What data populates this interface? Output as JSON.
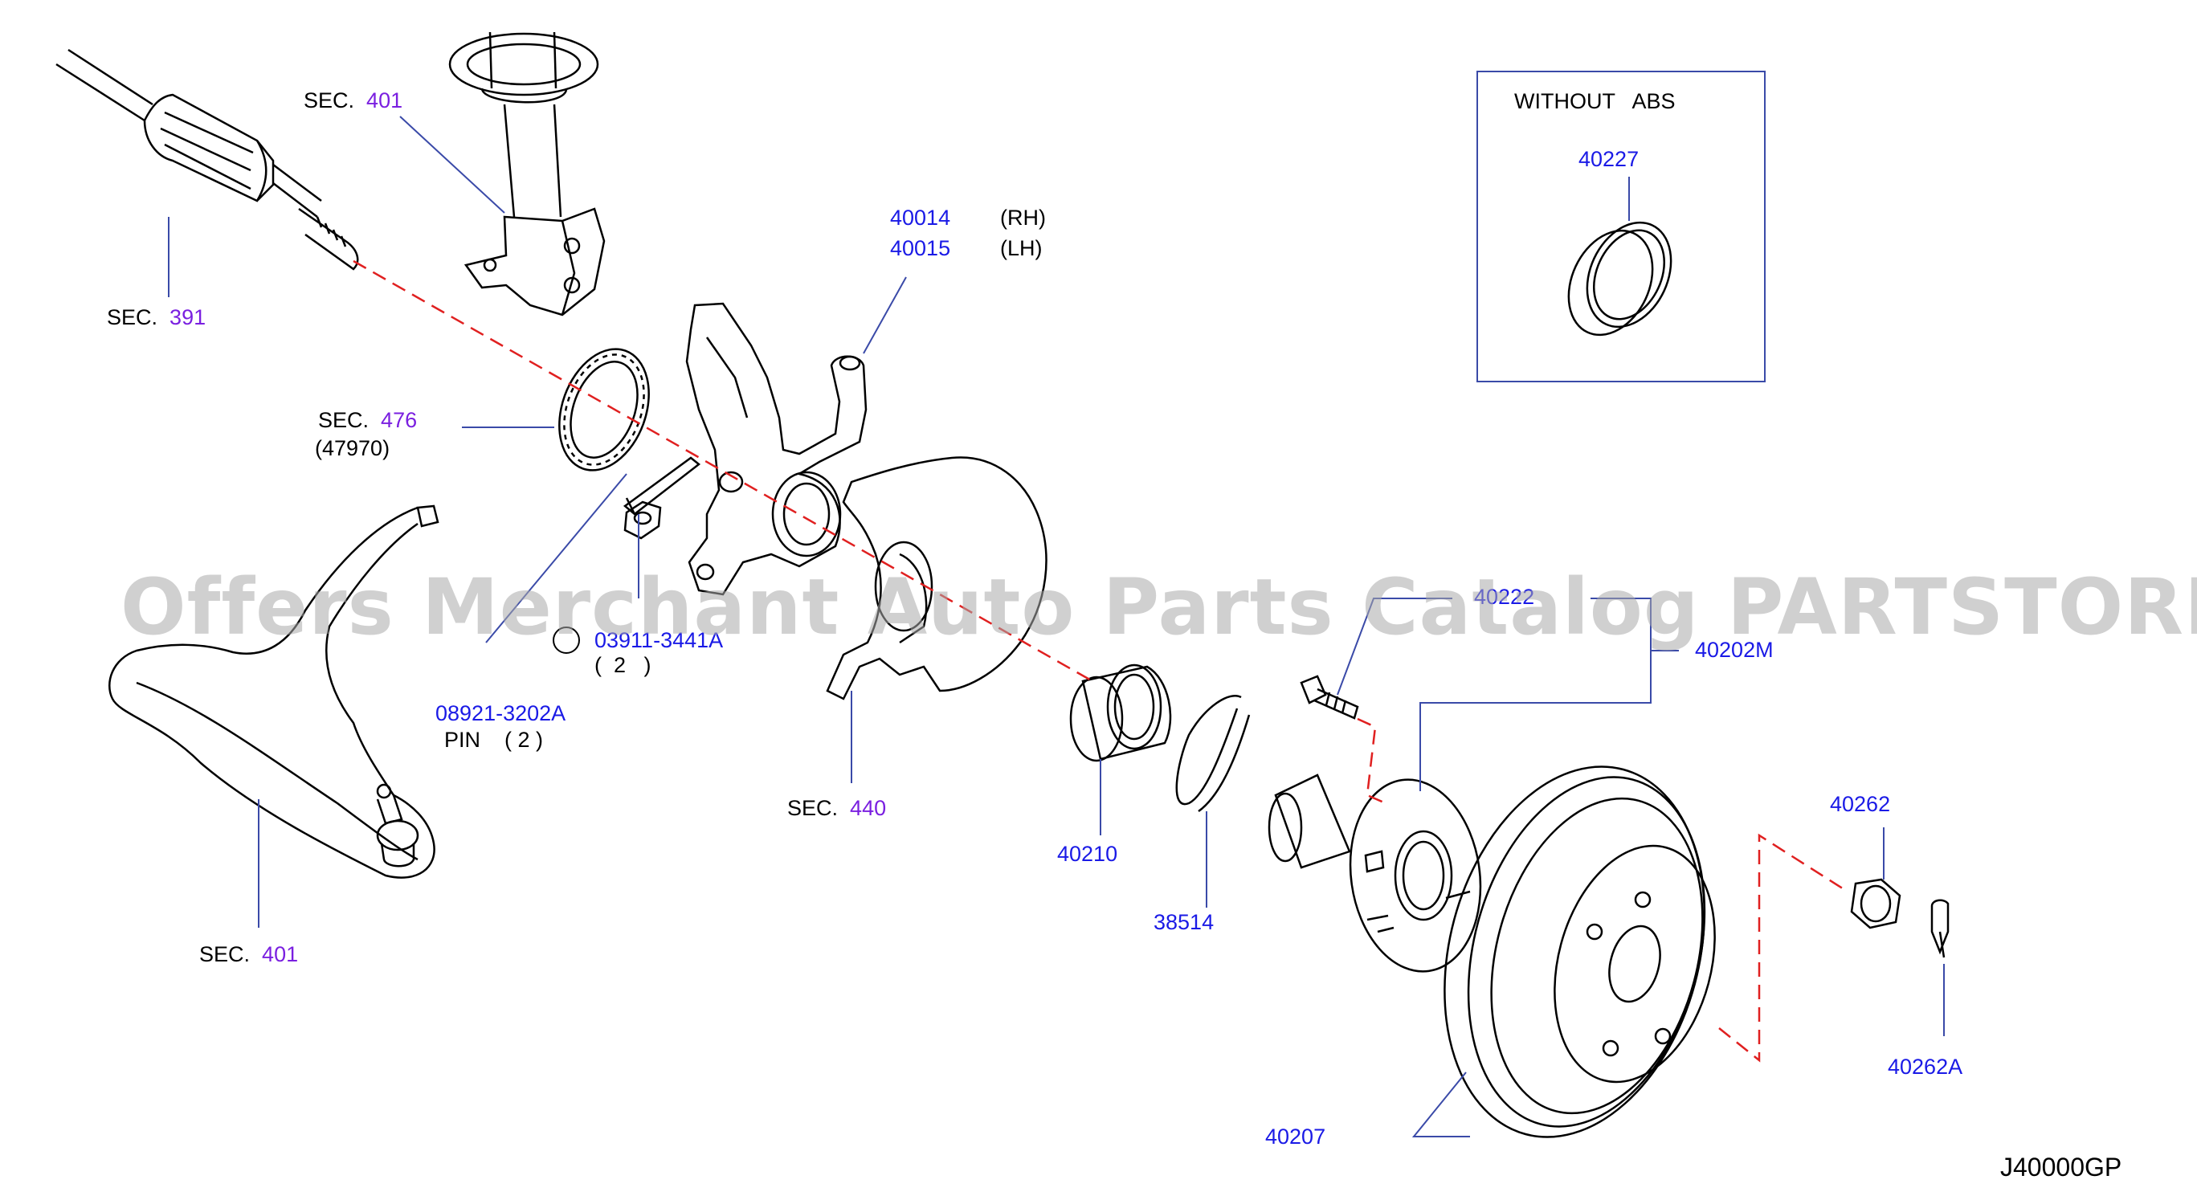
{
  "diagram": {
    "watermark": "Offers Merchant Auto Parts Catalog PARTSTORE.SA",
    "figure_code": "J40000GP",
    "without_abs": {
      "title": "WITHOUT   ABS",
      "part": "40227"
    },
    "labels": {
      "sec_401_top_prefix": "SEC.",
      "sec_401_top_num": "401",
      "sec_391_prefix": "SEC.",
      "sec_391_num": "391",
      "sec_476_prefix": "SEC.",
      "sec_476_num": "476",
      "sec_476_sub": "(47970)",
      "knuckle_rh": "40014",
      "knuckle_rh_side": "(RH)",
      "knuckle_lh": "40015",
      "knuckle_lh_side": "(LH)",
      "nut_code": "03911-3441A",
      "nut_qty": "(  2   )",
      "pin_code": "08921-3202A",
      "pin_text": "PIN    ( 2 )",
      "sec_440_prefix": "SEC.",
      "sec_440_num": "440",
      "sec_401_bottom_prefix": "SEC.",
      "sec_401_bottom_num": "401",
      "bolt_part": "40222",
      "hub_part": "40202M",
      "bearing_part": "40210",
      "snap_ring_part": "38514",
      "hub_nut_part": "40262",
      "cotter_pin_part": "40262A",
      "rotor_part": "40207"
    },
    "colors": {
      "part_number": "#1a1ae6",
      "section_number": "#7a1fe0",
      "leader_line": "#3a4aa8",
      "center_line": "#e02020",
      "outline": "#000000"
    }
  }
}
